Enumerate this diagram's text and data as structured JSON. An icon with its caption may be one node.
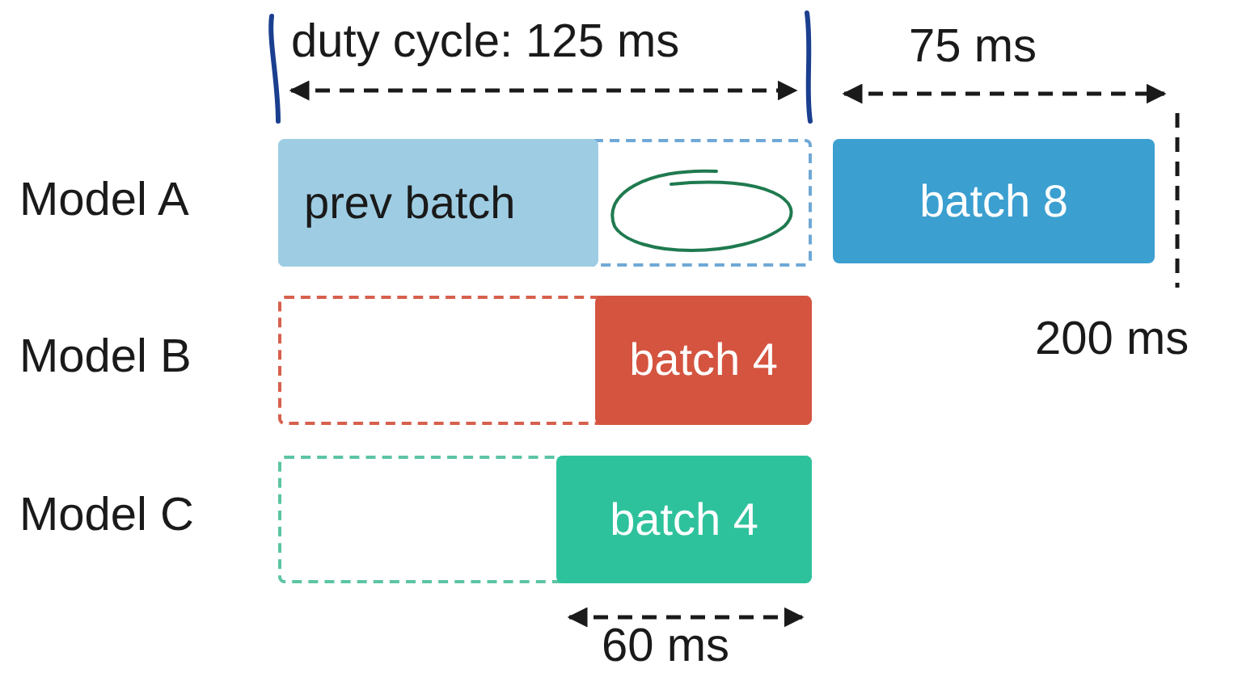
{
  "diagram": {
    "nodes": [
      {
        "text": [],
        "shape": "box"
      },
      {
        "text": [
          "prev batch"
        ],
        "in": 0
      },
      {
        "text": [],
        "shape": "box"
      },
      {
        "text": [
          "batch 4"
        ],
        "in": 2
      },
      {
        "text": [],
        "shape": "box"
      },
      {
        "text": [
          "batch 4"
        ],
        "in": 4
      },
      {
        "text": [
          "batch 8"
        ]
      }
    ],
    "edges": [],
    "labels": [
      "duty cycle: 125 ms",
      "75 ms",
      "Model A",
      "Model B",
      "200 ms",
      "Model C",
      "60 ms"
    ]
  }
}
